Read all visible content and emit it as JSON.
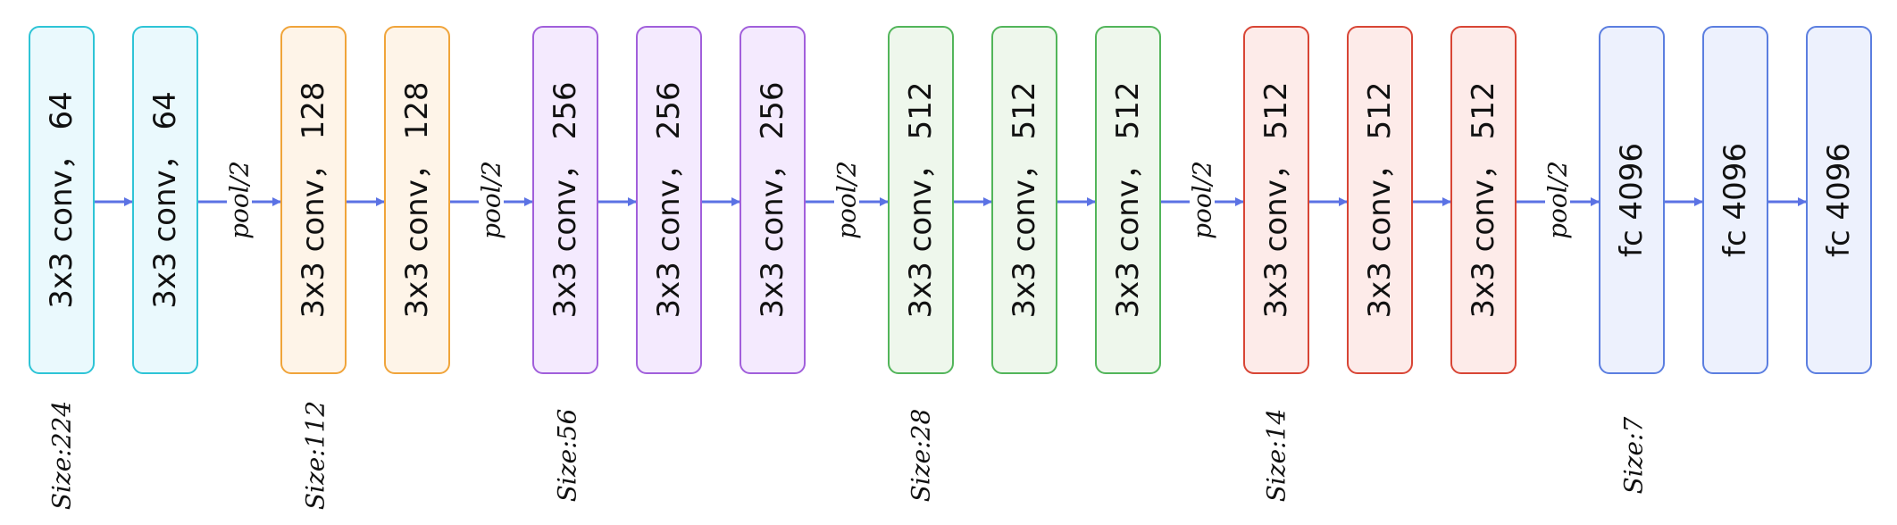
{
  "colors": {
    "arrow": "#5B72E4",
    "cyan": {
      "stroke": "#2EC4D6",
      "fill": "#EAF9FD"
    },
    "orange": {
      "stroke": "#F0A43A",
      "fill": "#FEF4E8"
    },
    "purple": {
      "stroke": "#A15FDB",
      "fill": "#F4EAFE"
    },
    "green": {
      "stroke": "#52B55A",
      "fill": "#EEF7EC"
    },
    "red": {
      "stroke": "#D84535",
      "fill": "#FDEBE9"
    },
    "blue": {
      "stroke": "#5B7EE0",
      "fill": "#EDF1FD"
    }
  },
  "layers": [
    {
      "label": "3x3 conv， 64",
      "color": "cyan",
      "stage": 1
    },
    {
      "label": "3x3 conv， 64",
      "color": "cyan",
      "stage": 1
    },
    {
      "label": "3x3 conv， 128",
      "color": "orange",
      "stage": 2
    },
    {
      "label": "3x3 conv， 128",
      "color": "orange",
      "stage": 2
    },
    {
      "label": "3x3 conv， 256",
      "color": "purple",
      "stage": 3
    },
    {
      "label": "3x3 conv， 256",
      "color": "purple",
      "stage": 3
    },
    {
      "label": "3x3 conv， 256",
      "color": "purple",
      "stage": 3
    },
    {
      "label": "3x3 conv， 512",
      "color": "green",
      "stage": 4
    },
    {
      "label": "3x3 conv， 512",
      "color": "green",
      "stage": 4
    },
    {
      "label": "3x3 conv， 512",
      "color": "green",
      "stage": 4
    },
    {
      "label": "3x3 conv， 512",
      "color": "red",
      "stage": 5
    },
    {
      "label": "3x3 conv， 512",
      "color": "red",
      "stage": 5
    },
    {
      "label": "3x3 conv， 512",
      "color": "red",
      "stage": 5
    },
    {
      "label": "fc 4096",
      "color": "blue",
      "stage": 6
    },
    {
      "label": "fc 4096",
      "color": "blue",
      "stage": 6
    },
    {
      "label": "fc 4096",
      "color": "blue",
      "stage": 6
    }
  ],
  "pool_label": "pool/2",
  "size_labels": [
    "Size:224",
    "Size:112",
    "Size:56",
    "Size:28",
    "Size:14",
    "Size:7"
  ]
}
